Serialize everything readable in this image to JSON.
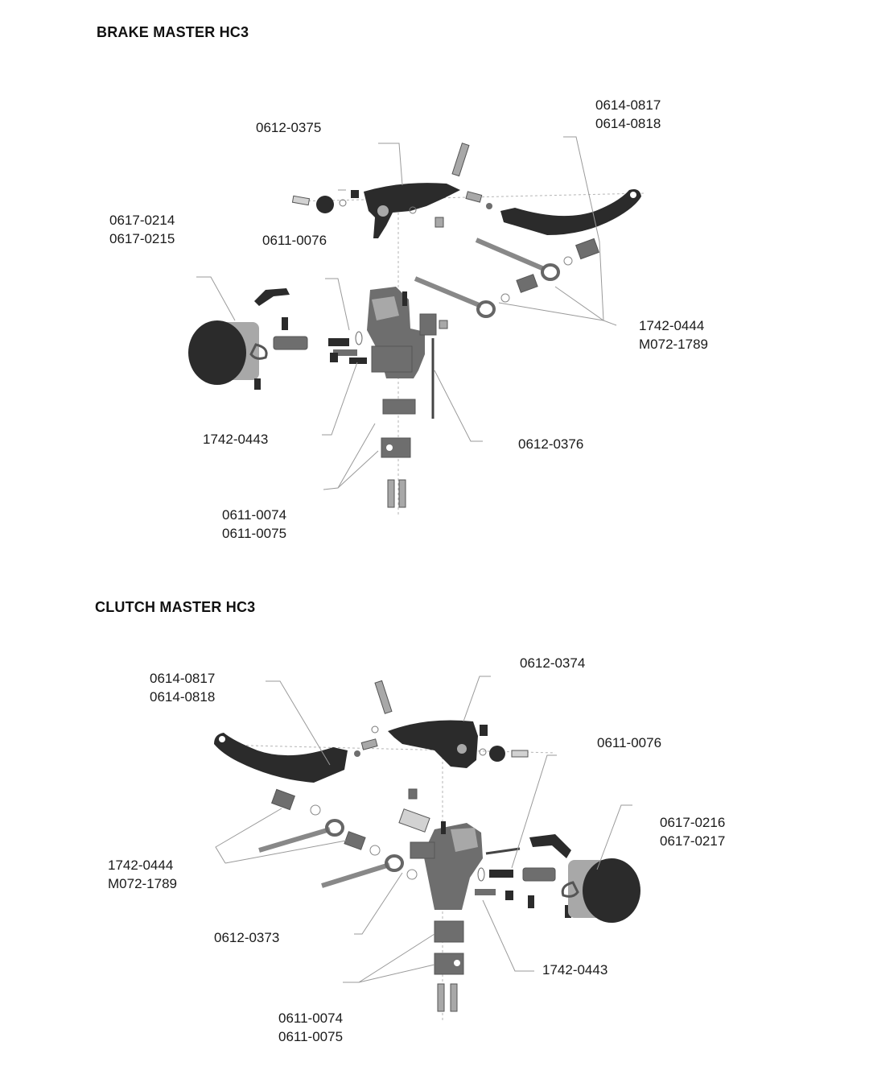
{
  "brake": {
    "title": "BRAKE MASTER HC3",
    "labels": {
      "lever_body": "0612-0375",
      "lever_a": "0614-0817",
      "lever_b": "0614-0818",
      "reservoir_a": "0617-0214",
      "reservoir_b": "0617-0215",
      "adjuster": "0611-0076",
      "banjo_a": "1742-0444",
      "banjo_b": "M072-1789",
      "fitting": "1742-0443",
      "switch": "0612-0376",
      "clamp_a": "0611-0074",
      "clamp_b": "0611-0075"
    }
  },
  "clutch": {
    "title": "CLUTCH MASTER HC3",
    "labels": {
      "lever_a": "0614-0817",
      "lever_b": "0614-0818",
      "lever_body": "0612-0374",
      "adjuster": "0611-0076",
      "reservoir_a": "0617-0216",
      "reservoir_b": "0617-0217",
      "banjo_a": "1742-0444",
      "banjo_b": "M072-1789",
      "switch": "0612-0373",
      "fitting": "1742-0443",
      "clamp_a": "0611-0074",
      "clamp_b": "0611-0075"
    }
  },
  "colors": {
    "part_dark": "#2b2b2b",
    "part_mid": "#6e6e6e",
    "leader": "#9a9a9a"
  }
}
